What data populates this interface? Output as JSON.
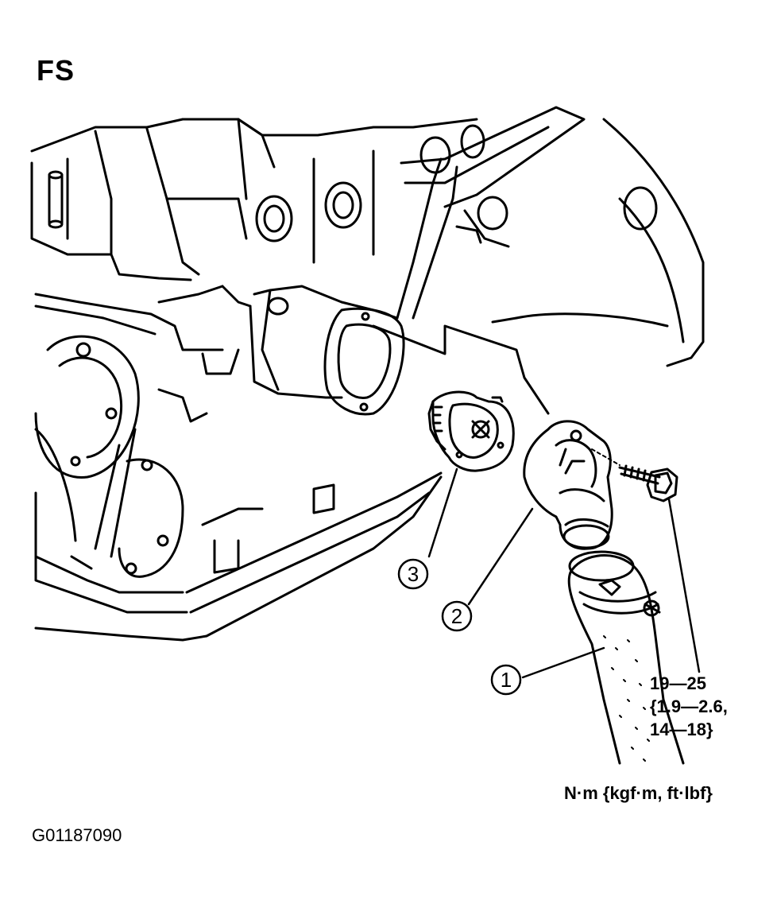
{
  "header": {
    "label": "FS"
  },
  "callouts": [
    {
      "number": "1",
      "part": "radiator-hose"
    },
    {
      "number": "2",
      "part": "thermostat-cover"
    },
    {
      "number": "3",
      "part": "thermostat"
    }
  ],
  "torque": {
    "line1": "19—25",
    "line2": "{1.9—2.6,",
    "line3": "14—18}"
  },
  "units": "N·m {kgf·m, ft·lbf}",
  "figure_code": "G01187090",
  "colors": {
    "ink": "#000000",
    "paper": "#ffffff"
  }
}
